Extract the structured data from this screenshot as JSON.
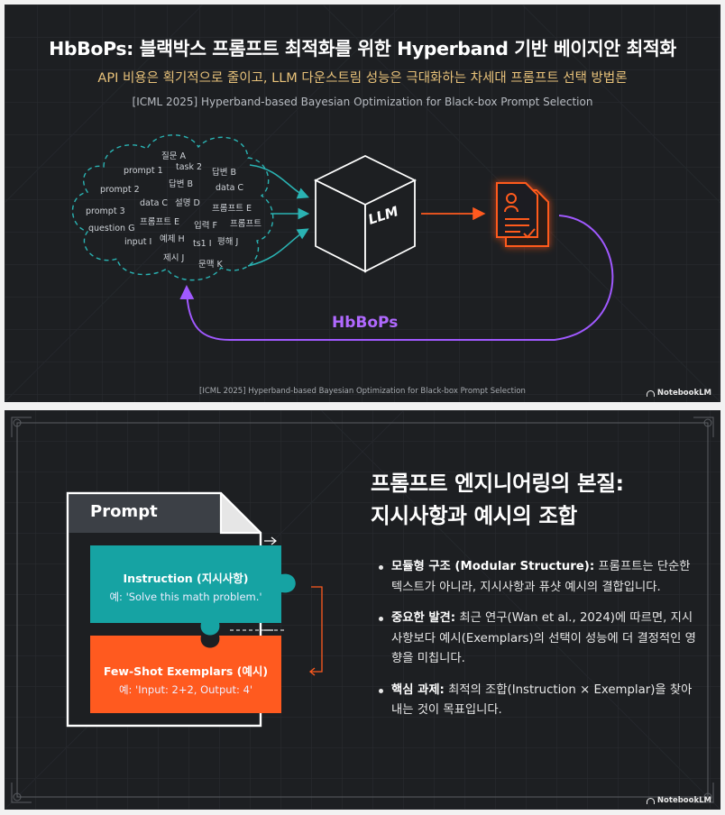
{
  "slide1": {
    "title": "HbBoPs: 블랙박스 프롬프트 최적화를 위한 Hyperband 기반 베이지안 최적화",
    "subtitle": "API 비용은 획기적으로 줄이고, LLM 다운스트림 성능은 극대화하는 차세대 프롬프트 선택 방법론",
    "reference": "[ICML 2025] Hyperband-based Bayesian Optimization for Black-box Prompt Selection",
    "cloud_words": [
      "질문 A",
      "prompt 1",
      "task 2",
      "답변 B",
      "prompt 2",
      "답변 B",
      "data C",
      "설명 D",
      "prompt 3",
      "data C",
      "프롬프트 E",
      "question G",
      "프롬프트 E",
      "입력 F",
      "프롬프트",
      "input I",
      "예제 H",
      "ts1 I",
      "평해 J",
      "제시 J",
      "문맥 K"
    ],
    "llm_label": "LLM",
    "loop_label": "HbBoPs",
    "footer": "[ICML 2025] Hyperband-based Bayesian Optimization for Black-box Prompt Selection",
    "brand": "NotebookLM",
    "colors": {
      "accent_orange": "#ff5a1f",
      "accent_purple": "#9b4dff",
      "accent_teal": "#2ab3b3"
    }
  },
  "slide2": {
    "heading_line1": "프롬프트 엔지니어링의 본질:",
    "heading_line2": "지시사항과 예시의 조합",
    "doc_title": "Prompt",
    "instruction_title": "Instruction (지시사항)",
    "instruction_example": "예: 'Solve this math problem.'",
    "exemplar_title": "Few-Shot Exemplars (예시)",
    "exemplar_example": "예: 'Input: 2+2, Output: 4'",
    "bullets": [
      {
        "bold": "모듈형 구조 (Modular Structure):",
        "text": " 프롬프트는 단순한 텍스트가 아니라, 지시사항과 퓨샷 예시의 결합입니다."
      },
      {
        "bold": "중요한 발견:",
        "text": " 최근 연구(Wan et al., 2024)에 따르면, 지시사항보다 예시(Exemplars)의 선택이 성능에 더 결정적인 영향을 미칩니다."
      },
      {
        "bold": "핵심 과제:",
        "text": " 최적의 조합(Instruction × Exemplar)을 찾아내는 것이 목표입니다."
      }
    ],
    "brand": "NotebookLM",
    "colors": {
      "teal": "#16a3a3",
      "orange": "#ff5a1f"
    }
  }
}
